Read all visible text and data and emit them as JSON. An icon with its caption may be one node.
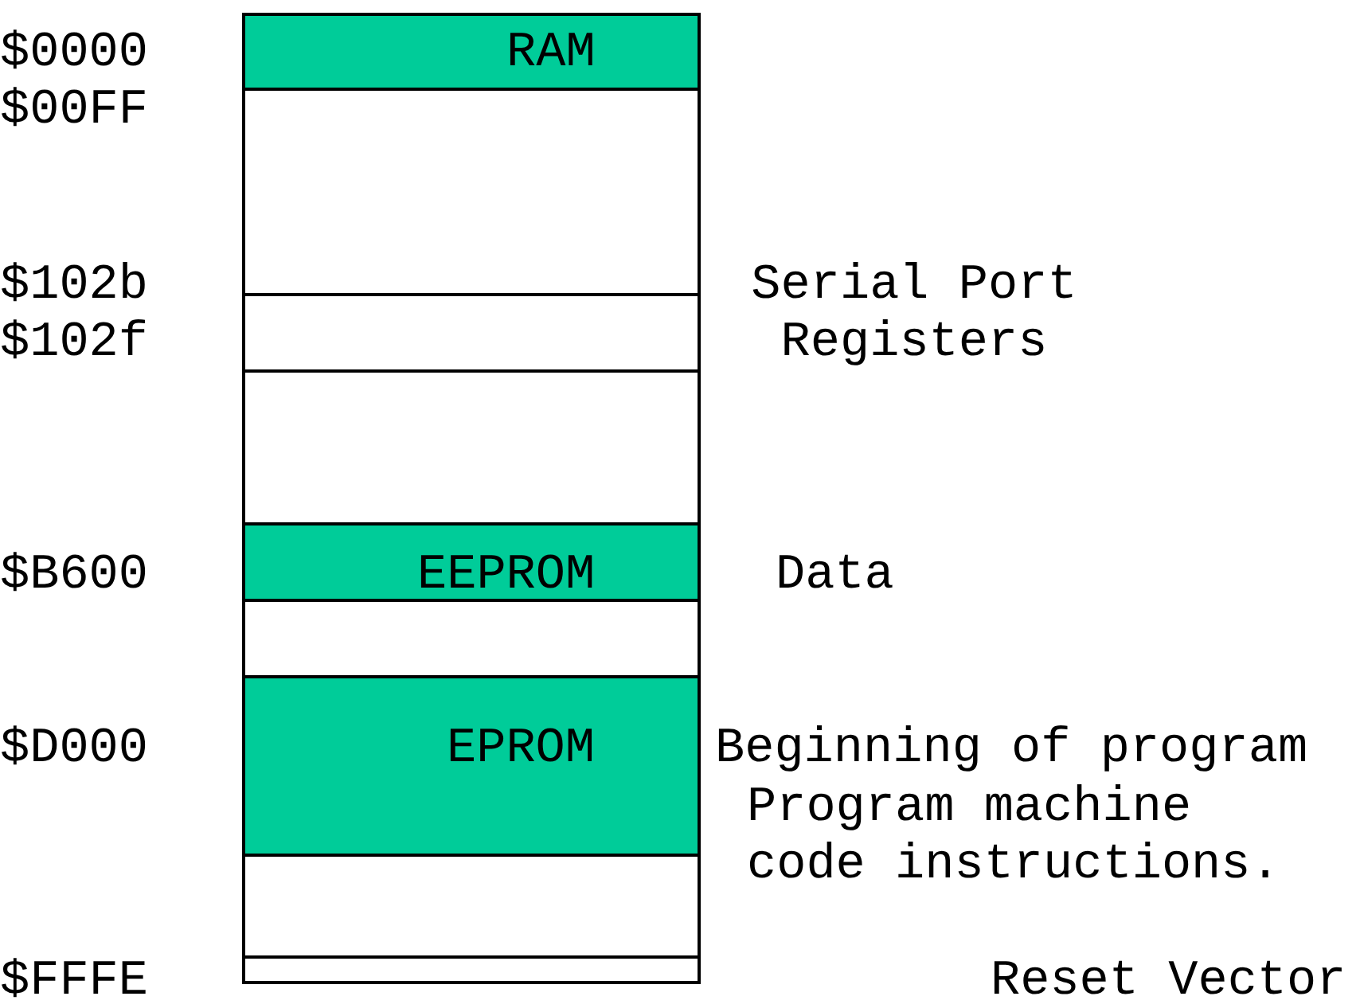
{
  "diagram": {
    "nodes": [
      {
        "text": [
          "RAM"
        ]
      },
      {
        "text": [],
        "shape": "box"
      },
      {
        "text": [],
        "shape": "box",
        "beside": [
          "Serial Port Registers"
        ]
      },
      {
        "text": [],
        "shape": "box"
      },
      {
        "text": [
          "EEPROM"
        ],
        "beside": [
          "Data"
        ]
      },
      {
        "text": [],
        "shape": "box"
      },
      {
        "text": [
          "EPROM"
        ],
        "beside": [
          "Beginning of program",
          "Program machine code instructions."
        ]
      },
      {
        "text": [],
        "shape": "box"
      },
      {
        "text": [],
        "shape": "box"
      }
    ],
    "labels": [
      "$0000",
      "$00FF",
      "$102b",
      "$102f",
      "$B600",
      "$D000",
      "$FFFE",
      "Reset Vector"
    ]
  }
}
